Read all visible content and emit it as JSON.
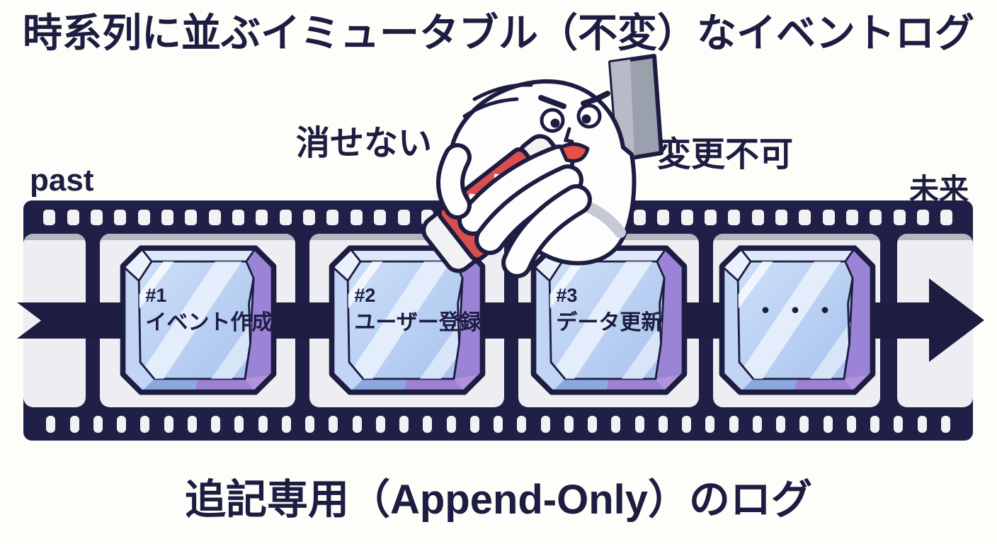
{
  "title": "時系列に並ぶイミュータブル（不変）なイベントログ",
  "subtitle": "追記専用（Append-Only）のログ",
  "labels": {
    "cannot_erase": "消せない",
    "cannot_change": "変更不可",
    "past": "past",
    "future": "未来"
  },
  "events": [
    {
      "id": "#1",
      "name": "イベント作成"
    },
    {
      "id": "#2",
      "name": "ユーザー登録"
    },
    {
      "id": "#3",
      "name": "データ更新"
    },
    {
      "id": "",
      "name": "・・・"
    }
  ],
  "icons": {
    "film": "film-strip",
    "arrow": "timeline-arrow-icon",
    "hand": "angry-glove-hand-icon",
    "eraser": "eraser-with-x-icon",
    "x_mark": "x-mark-icon",
    "crystal": "crystal-block-icon"
  },
  "colors": {
    "navy": "#1d1d42",
    "eraser_red": "#da4f4e",
    "crystal_blue": "#bcd0f2",
    "crystal_purple": "#9b84d6",
    "panel": "#ededf2",
    "panel_edge": "#b3b7c1",
    "background": "#fdfdf9"
  }
}
